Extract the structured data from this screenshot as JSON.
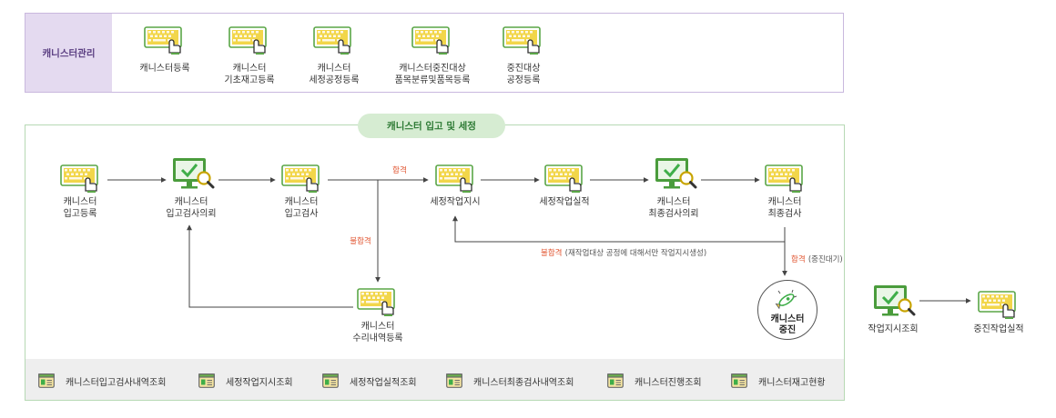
{
  "management": {
    "title": "캐니스터관리",
    "items": [
      {
        "line1": "캐니스터등록",
        "line2": ""
      },
      {
        "line1": "캐니스터",
        "line2": "기초재고등록"
      },
      {
        "line1": "캐니스터",
        "line2": "세정공정등록"
      },
      {
        "line1": "캐니스터중진대상",
        "line2": "품목분류및품목등록"
      },
      {
        "line1": "중진대상",
        "line2": "공정등록"
      }
    ]
  },
  "process": {
    "title": "캐니스터 입고 및 세정",
    "steps": {
      "receive_register": {
        "line1": "캐니스터",
        "line2": "입고등록"
      },
      "receive_inspect_request": {
        "line1": "캐니스터",
        "line2": "입고검사의뢰"
      },
      "receive_inspect": {
        "line1": "캐니스터",
        "line2": "입고검사"
      },
      "wash_order": {
        "line1": "세정작업지시"
      },
      "wash_result": {
        "line1": "세정작업실적"
      },
      "final_inspect_request": {
        "line1": "캐니스터",
        "line2": "최종검사의뢰"
      },
      "final_inspect": {
        "line1": "캐니스터",
        "line2": "최종검사"
      },
      "repair_register": {
        "line1": "캐니스터",
        "line2": "수리내역등록"
      },
      "launch": {
        "line1": "캐니스터",
        "line2": "중진"
      }
    },
    "edges": {
      "pass": "합격",
      "fail": "불합격",
      "fail_final": "불합격",
      "fail_final_note": "(재작업대상 공정에 대해서만 작업지시생성)",
      "pass_final": "합격",
      "pass_final_note": "(중진대기)"
    },
    "reports": [
      "캐니스터입고검사내역조회",
      "세정작업지시조회",
      "세정작업실적조회",
      "캐니스터최종검사내역조회",
      "캐니스터진행조회",
      "캐니스터재고현황"
    ]
  },
  "side": {
    "order_query": "작업지시조회",
    "launch_result": "중진작업실적"
  },
  "colors": {
    "keyboard_fill": "#f2d64a",
    "keyboard_frame": "#6ab04c",
    "monitor_frame": "#4a9c3c",
    "check_green": "#3fae49",
    "magnifier": "#c8a400",
    "red_text": "#e0502b",
    "panel_green_border": "#b7d9b4",
    "panel_purple_border": "#c9b8de",
    "title_pill": "#d6ecd2"
  },
  "icons": {
    "keyboard": "keyboard-hand-icon",
    "monitor": "monitor-check-search-icon",
    "report": "report-card-icon",
    "launch": "rocket-launch-icon"
  }
}
